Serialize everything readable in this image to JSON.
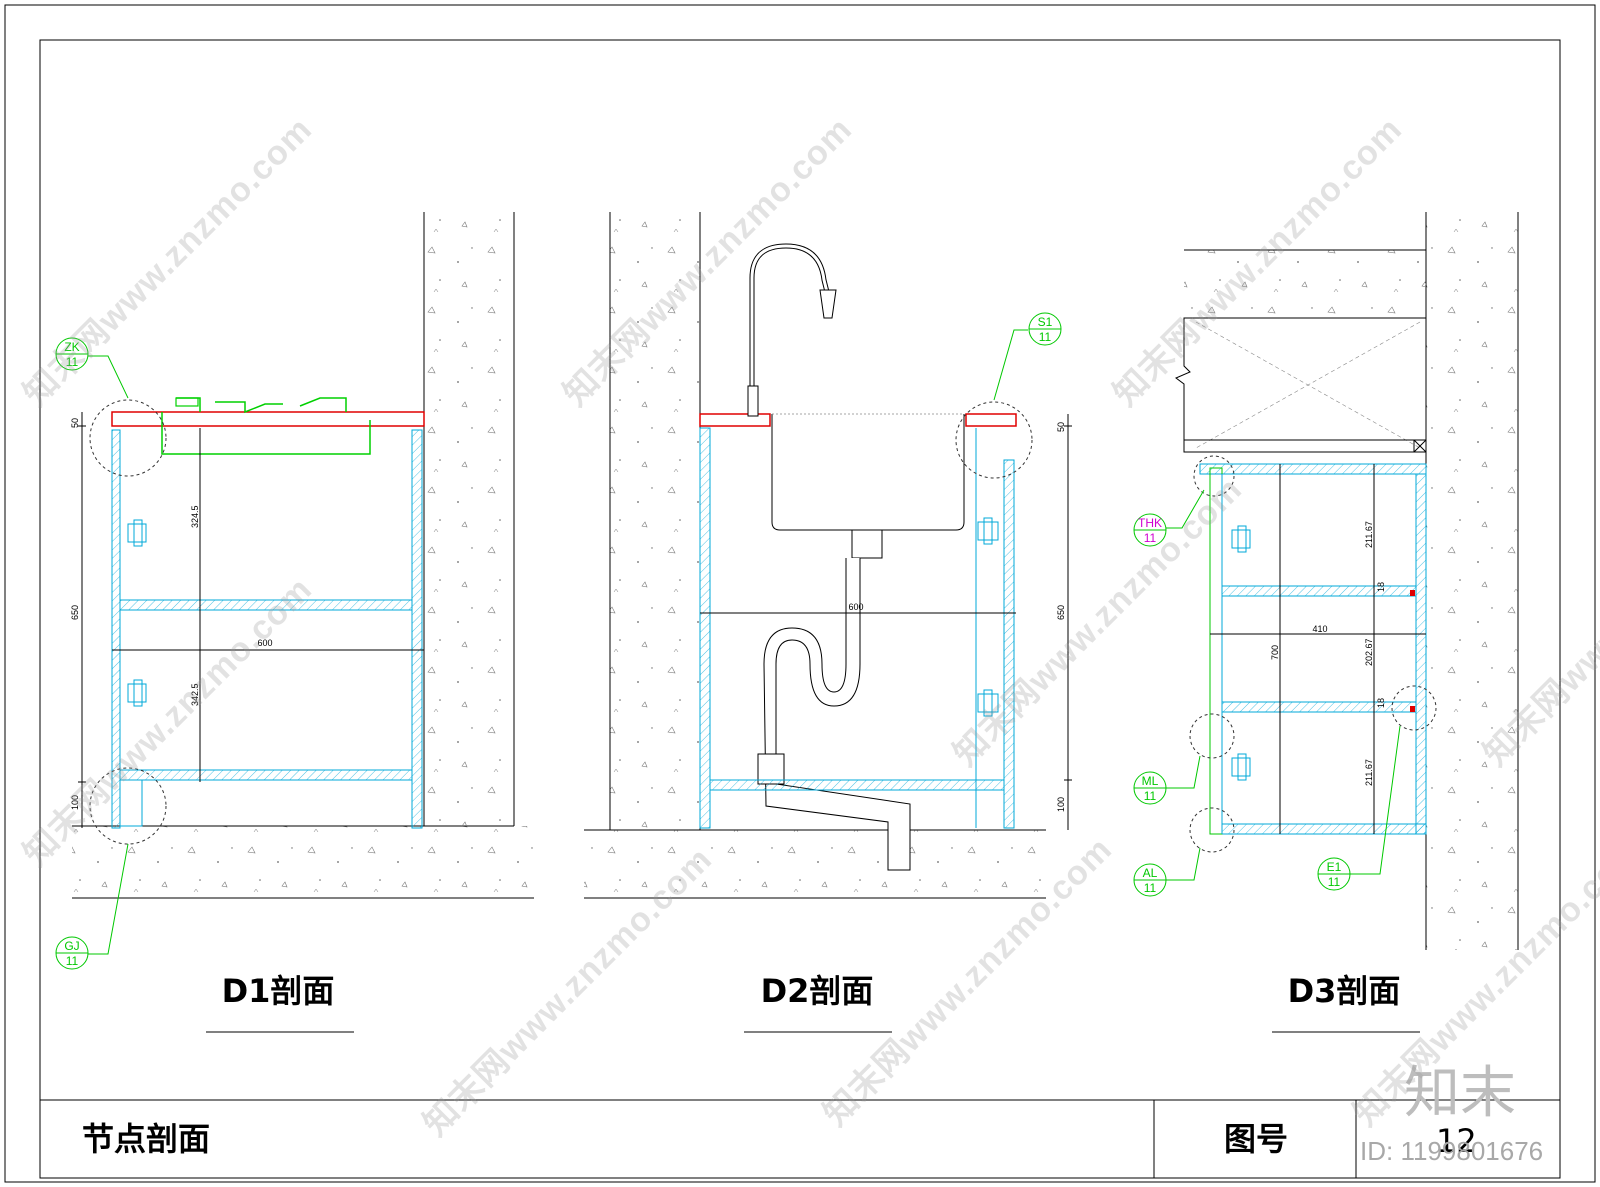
{
  "sections": [
    {
      "title": "D1剖面",
      "dims": {
        "top": "50",
        "middle": "650",
        "bottom": "100",
        "upper_gap": "324.5",
        "lower_gap": "342.5",
        "width": "600"
      },
      "tags": [
        {
          "code": "ZK",
          "num": "11"
        },
        {
          "code": "GJ",
          "num": "11"
        }
      ]
    },
    {
      "title": "D2剖面",
      "dims": {
        "top": "50",
        "middle": "650",
        "bottom": "100",
        "width": "600"
      },
      "tags": [
        {
          "code": "S1",
          "num": "11"
        }
      ]
    },
    {
      "title": "D3剖面",
      "dims": {
        "height": "700",
        "width": "410",
        "g1": "211.67",
        "g2": "202.67",
        "g3": "211.67",
        "t1": "18",
        "t2": "18"
      },
      "tags": [
        {
          "code": "THK",
          "num": "11"
        },
        {
          "code": "ML",
          "num": "11"
        },
        {
          "code": "AL",
          "num": "11"
        },
        {
          "code": "E1",
          "num": "11"
        }
      ]
    }
  ],
  "title_block": {
    "drawing_name": "节点剖面",
    "label": "图号",
    "number": "12"
  },
  "watermark": {
    "text": "知末网www.znzmo.com",
    "logo": "知末",
    "id": "ID: 1199801676"
  },
  "colors": {
    "tag": "#00c800",
    "tag_magenta": "#d000d0",
    "panel": "#00a8d8",
    "stove": "#00d000",
    "counter": "#e00000",
    "line": "#000000",
    "wm": "#b0b0b0"
  }
}
